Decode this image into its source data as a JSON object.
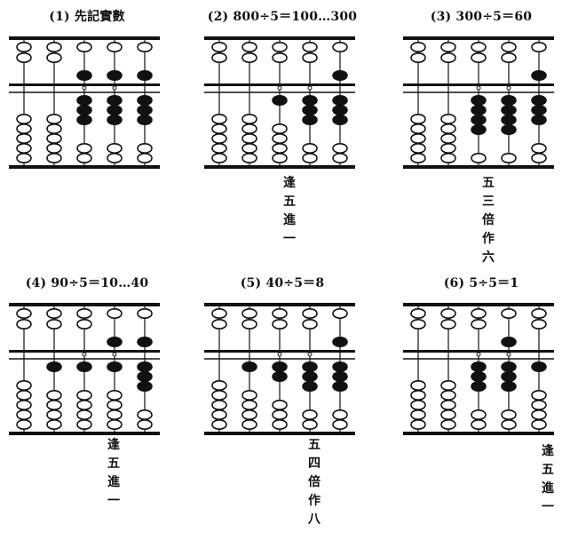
{
  "panels": [
    {
      "caption": "(1) 先記實數",
      "notes": [],
      "rod_values": [
        0,
        0,
        8,
        8,
        8
      ]
    },
    {
      "caption": "(2) 800÷5＝100…300",
      "notes": [
        "逢",
        "五",
        "進",
        "一"
      ],
      "rod_values": [
        0,
        0,
        1,
        3,
        8
      ]
    },
    {
      "caption": "(3) 300÷5＝60",
      "notes": [
        "五",
        "三",
        "倍",
        "作",
        "六"
      ],
      "rod_values": [
        0,
        0,
        4,
        4,
        8
      ]
    },
    {
      "caption": "(4) 90÷5＝10…40",
      "notes": [
        "逢",
        "五",
        "進",
        "一"
      ],
      "rod_values": [
        0,
        1,
        1,
        6,
        8
      ]
    },
    {
      "caption": "(5) 40÷5＝8",
      "notes": [
        "五",
        "四",
        "倍",
        "作",
        "八"
      ],
      "rod_values": [
        0,
        1,
        2,
        3,
        8
      ]
    },
    {
      "caption": "(6) 5÷5＝1",
      "notes": [
        "逢",
        "五",
        "進",
        "一"
      ],
      "rod_values": [
        0,
        0,
        3,
        8,
        1
      ]
    }
  ]
}
